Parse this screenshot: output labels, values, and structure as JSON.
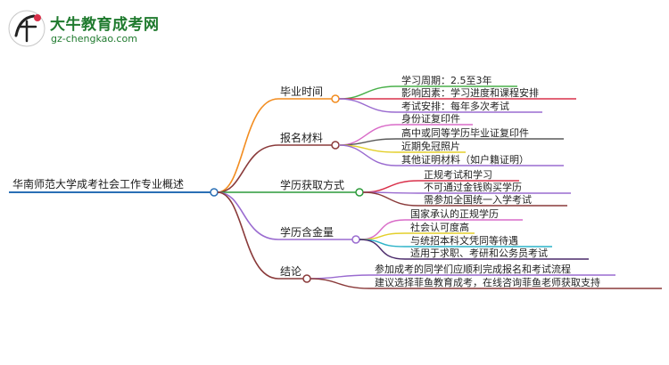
{
  "logo": {
    "title": "大牛教育成考网",
    "url": "gz-chengkao.com",
    "mark_text": "大牛"
  },
  "root": {
    "label": "华南师范大学成考社会工作专业概述"
  },
  "branches": [
    {
      "label": "毕业时间",
      "color": "#f28c1f",
      "children": [
        "学习周期：2.5至3年",
        "影响因素：学习进度和课程安排",
        "考试安排：每年多次考试"
      ],
      "child_colors": [
        "#49b04a",
        "#d9304a",
        "#9a6bd0"
      ]
    },
    {
      "label": "报名材料",
      "color": "#8a3a3a",
      "children": [
        "身份证复印件",
        "高中或同等学历毕业证复印件",
        "近期免冠照片",
        "其他证明材料（如户籍证明）"
      ],
      "child_colors": [
        "#d96cc8",
        "#5a5a5a",
        "#e3cf2a",
        "#9a6bd0"
      ]
    },
    {
      "label": "学历获取方式",
      "color": "#2c9a3a",
      "children": [
        "正规考试和学习",
        "不可通过金钱购买学历",
        "需参加全国统一入学考试"
      ],
      "child_colors": [
        "#d9304a",
        "#9a6bd0",
        "#8a3a3a"
      ]
    },
    {
      "label": "学历含金量",
      "color": "#9a6bd0",
      "children": [
        "国家承认的正规学历",
        "社会认可度高",
        "与统招本科文凭同等待遇",
        "适用于求职、考研和公务员考试"
      ],
      "child_colors": [
        "#d96cc8",
        "#e3cf2a",
        "#2bb3c8",
        "#4a2a6a"
      ]
    },
    {
      "label": "结论",
      "color": "#8a3a3a",
      "children": [
        "参加成考的同学们应顺利完成报名和考试流程",
        "建议选择菲鱼教育成考，在线咨询菲鱼老师获取支持"
      ],
      "child_colors": [
        "#9a6bd0",
        "#8a3a3a"
      ]
    }
  ]
}
